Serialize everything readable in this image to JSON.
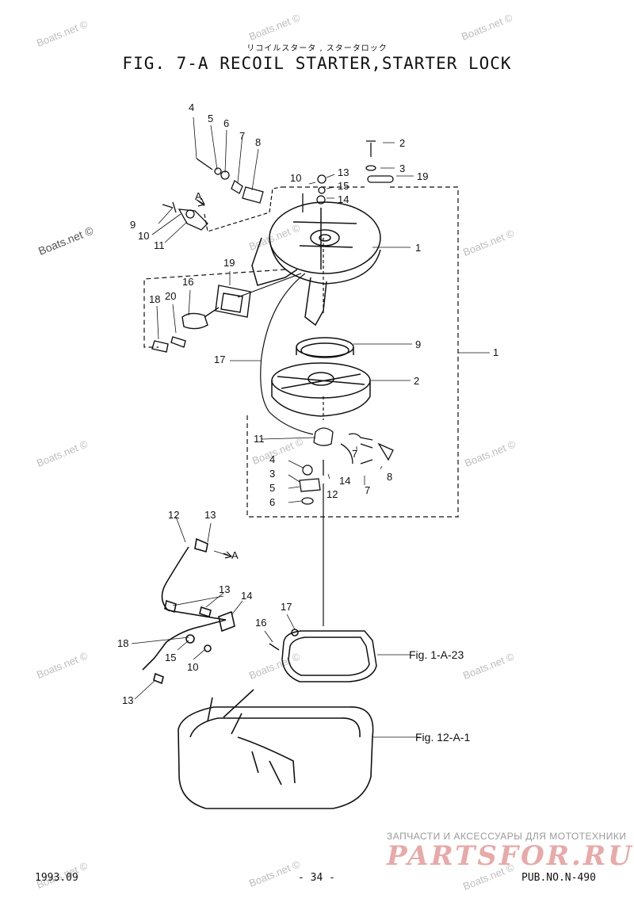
{
  "header": {
    "title_jp": "リコイルスタータ , スタータロック",
    "title": "FIG.  7-A RECOIL STARTER,STARTER LOCK"
  },
  "watermark": "Boats.net ©",
  "callouts": {
    "c4a": "4",
    "c5a": "5",
    "c6a": "6",
    "c7a": "7",
    "c8a": "8",
    "c2a": "2",
    "c3a": "3",
    "c19a": "19",
    "c10a": "10",
    "c13a": "13",
    "c15a": "15",
    "c14a": "14",
    "cAa": "A",
    "c9a": "9",
    "c10b": "10",
    "c11a": "11",
    "c1a": "1",
    "c19b": "19",
    "c16a": "16",
    "c20a": "20",
    "c18a": "18",
    "c9b": "9",
    "c17a": "17",
    "c1b": "1",
    "c2b": "2",
    "c11b": "11",
    "c7b": "7",
    "c4b": "4",
    "c3b": "3",
    "c14b": "14",
    "c8b": "8",
    "c5b": "5",
    "c7c": "7",
    "c12a": "12",
    "c6b": "6",
    "c12b": "12",
    "c13b": "13",
    "cAb": "A",
    "c13c": "13",
    "c14c": "14",
    "c18b": "18",
    "c15b": "15",
    "c10c": "10",
    "c13d": "13",
    "c17b": "17",
    "c16b": "16",
    "fig1a23": "Fig. 1-A-23",
    "fig12a1": "Fig. 12-A-1"
  },
  "footer": {
    "date": "1993.09",
    "page": "- 34 -",
    "pub": "PUB.NO.N-490",
    "brand_tagline": "ЗАПЧАСТИ И АКСЕССУАРЫ ДЛЯ МОТОТЕХНИКИ",
    "brand_logo": "PARTSFOR.RU"
  }
}
